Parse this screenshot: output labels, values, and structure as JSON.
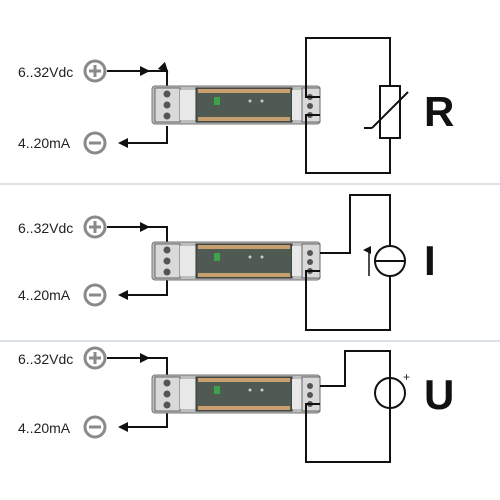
{
  "sections": [
    {
      "id": "resistance",
      "letter": "R",
      "supply_label": "6..32Vdc",
      "signal_label": "4..20mA",
      "sensor": "thermistor-icon"
    },
    {
      "id": "current",
      "letter": "I",
      "supply_label": "6..32Vdc",
      "signal_label": "4..20mA",
      "sensor": "current-source-icon"
    },
    {
      "id": "voltage",
      "letter": "U",
      "supply_label": "6..32Vdc",
      "signal_label": "4..20mA",
      "sensor": "voltage-source-icon",
      "polarity_mark": "+"
    }
  ],
  "icons": {
    "positive": "plus-circle-icon",
    "negative": "minus-circle-icon"
  },
  "colors": {
    "line": "#111111",
    "divider": "#b8c4cc",
    "terminal_grey": "#8a8a8a",
    "module_body": "#c8c8c8",
    "module_window": "#4e5a52",
    "stripe": "#c8a070"
  }
}
